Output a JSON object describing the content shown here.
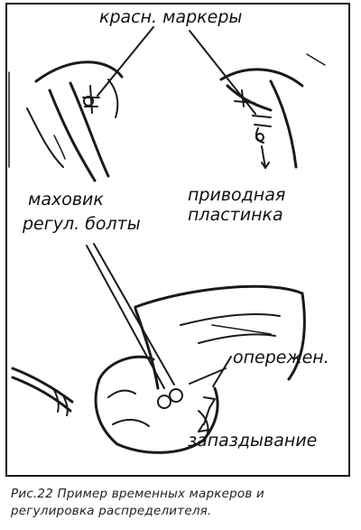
{
  "figure": {
    "labels": {
      "markers": "красн. маркеры",
      "flywheel": "маховик",
      "drive_plate": "приводная",
      "drive_plate_2": "пластинка",
      "adjust_bolts": "регул. болты",
      "advance": "опережен.",
      "retard": "запаздывание"
    },
    "caption": {
      "line1": "Рис.22  Пример временных маркеров и",
      "line2": "регулировка распределителя."
    }
  },
  "colors": {
    "ink": "#111111",
    "background": "#ffffff"
  }
}
